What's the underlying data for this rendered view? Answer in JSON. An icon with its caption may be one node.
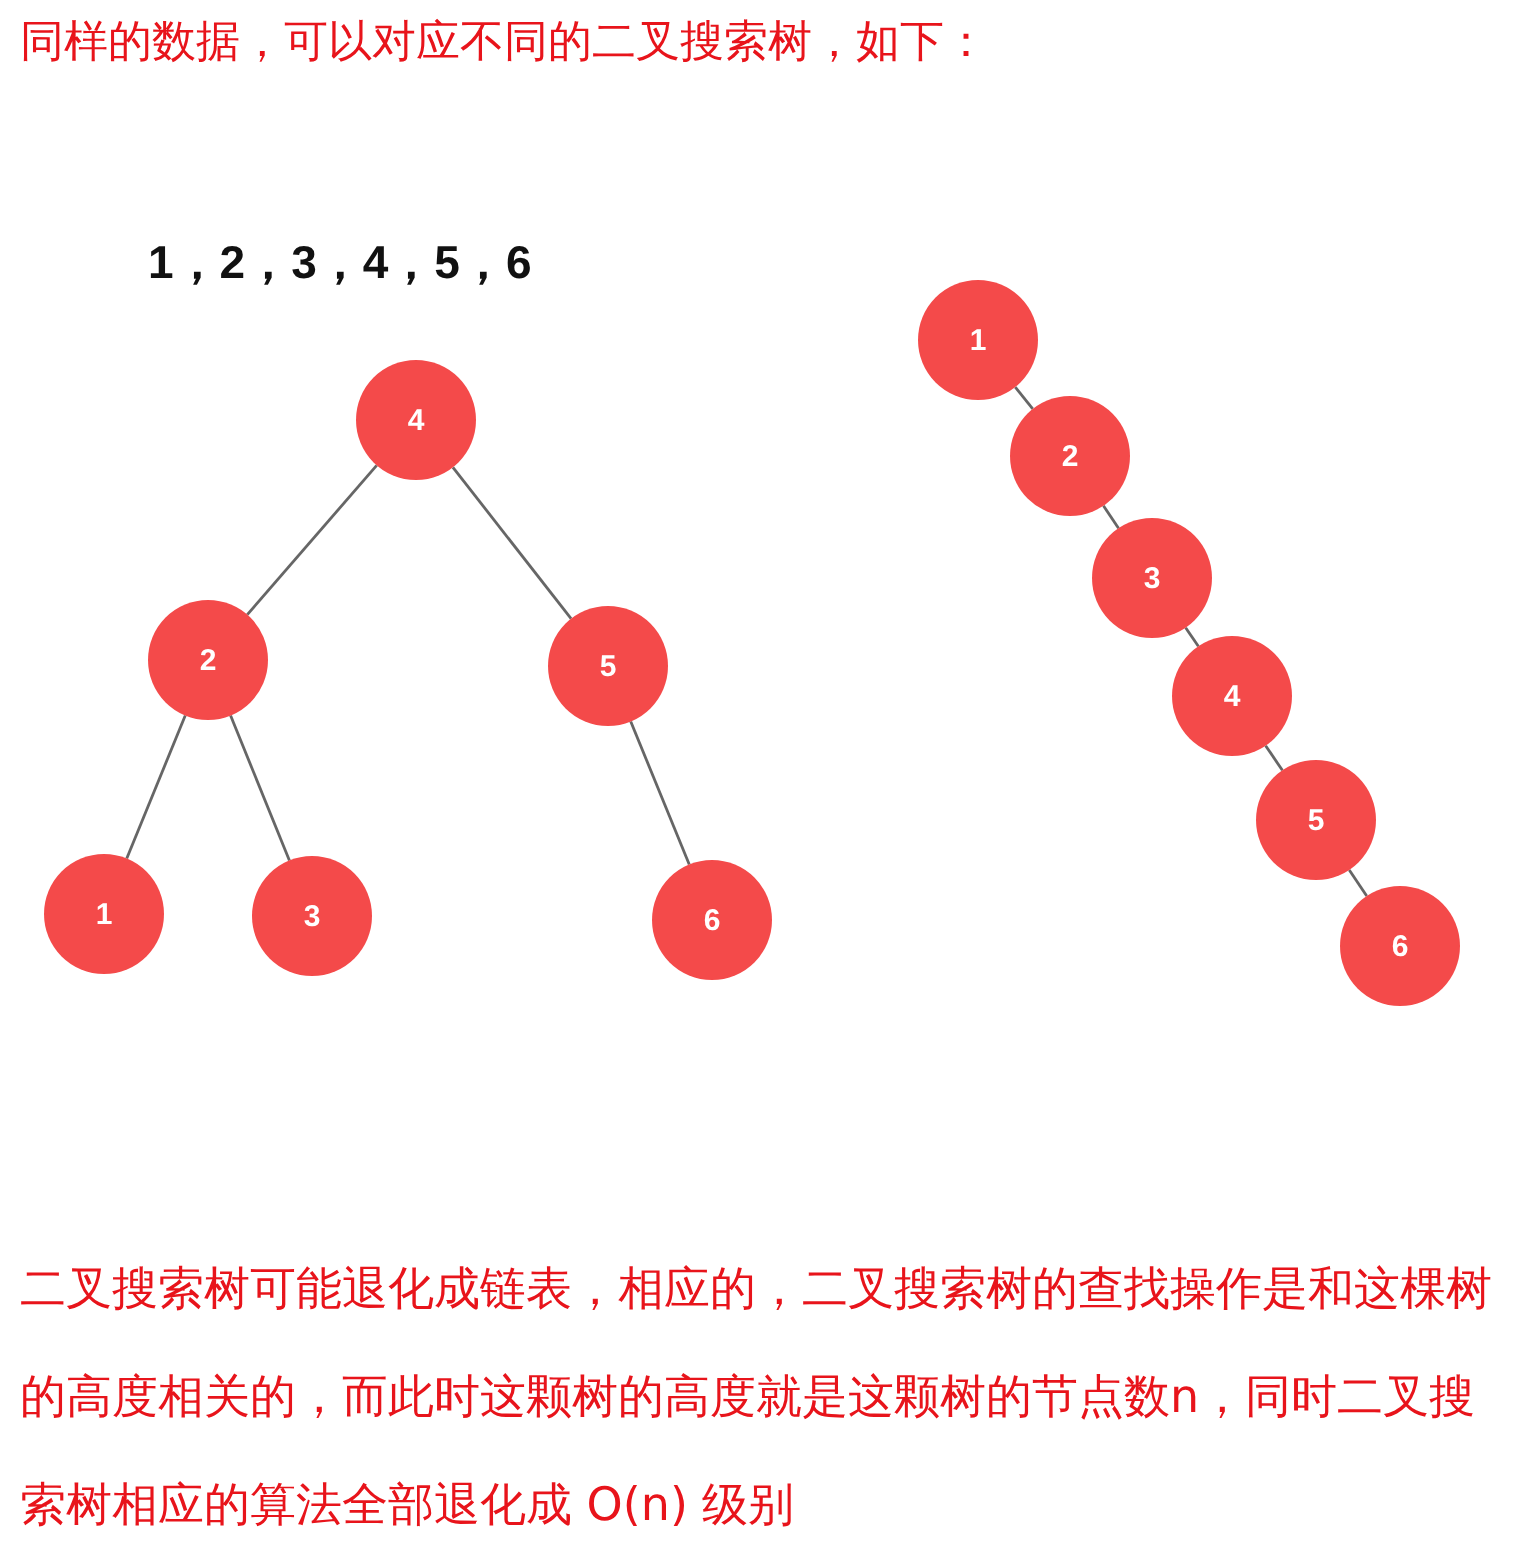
{
  "diagram": {
    "title": "同样的数据，可以对应不同的二叉搜索树，如下：",
    "nodes": [
      {
        "text": [
          "4"
        ]
      },
      {
        "text": [
          "2"
        ]
      },
      {
        "text": [
          "5"
        ]
      },
      {
        "text": [
          "1"
        ]
      },
      {
        "text": [
          "3"
        ]
      },
      {
        "text": [
          "6"
        ]
      },
      {
        "text": [
          "1"
        ]
      },
      {
        "text": [
          "2"
        ]
      },
      {
        "text": [
          "3"
        ]
      },
      {
        "text": [
          "4"
        ]
      },
      {
        "text": [
          "5"
        ]
      },
      {
        "text": [
          "6"
        ]
      }
    ],
    "edges": [
      {
        "from": 0,
        "to": 1,
        "arrow": "none"
      },
      {
        "from": 0,
        "to": 2,
        "arrow": "none"
      },
      {
        "from": 1,
        "to": 3,
        "arrow": "none"
      },
      {
        "from": 1,
        "to": 4,
        "arrow": "none"
      },
      {
        "from": 2,
        "to": 5,
        "arrow": "none"
      },
      {
        "from": 6,
        "to": 7,
        "arrow": "none"
      },
      {
        "from": 7,
        "to": 8,
        "arrow": "none"
      },
      {
        "from": 8,
        "to": 9,
        "arrow": "none"
      },
      {
        "from": 9,
        "to": 10,
        "arrow": "none"
      },
      {
        "from": 10,
        "to": 11,
        "arrow": "none"
      }
    ],
    "labels": [
      "1，2，3，4，5，6"
    ],
    "caption": "二叉搜索树可能退化成链表，相应的，二叉搜索树的查找操作是和这棵树的高度相关的，而此时这颗树的高度就是这颗树的节点数n，同时二叉搜索树相应的算法全部退化成 O(n) 级别"
  }
}
